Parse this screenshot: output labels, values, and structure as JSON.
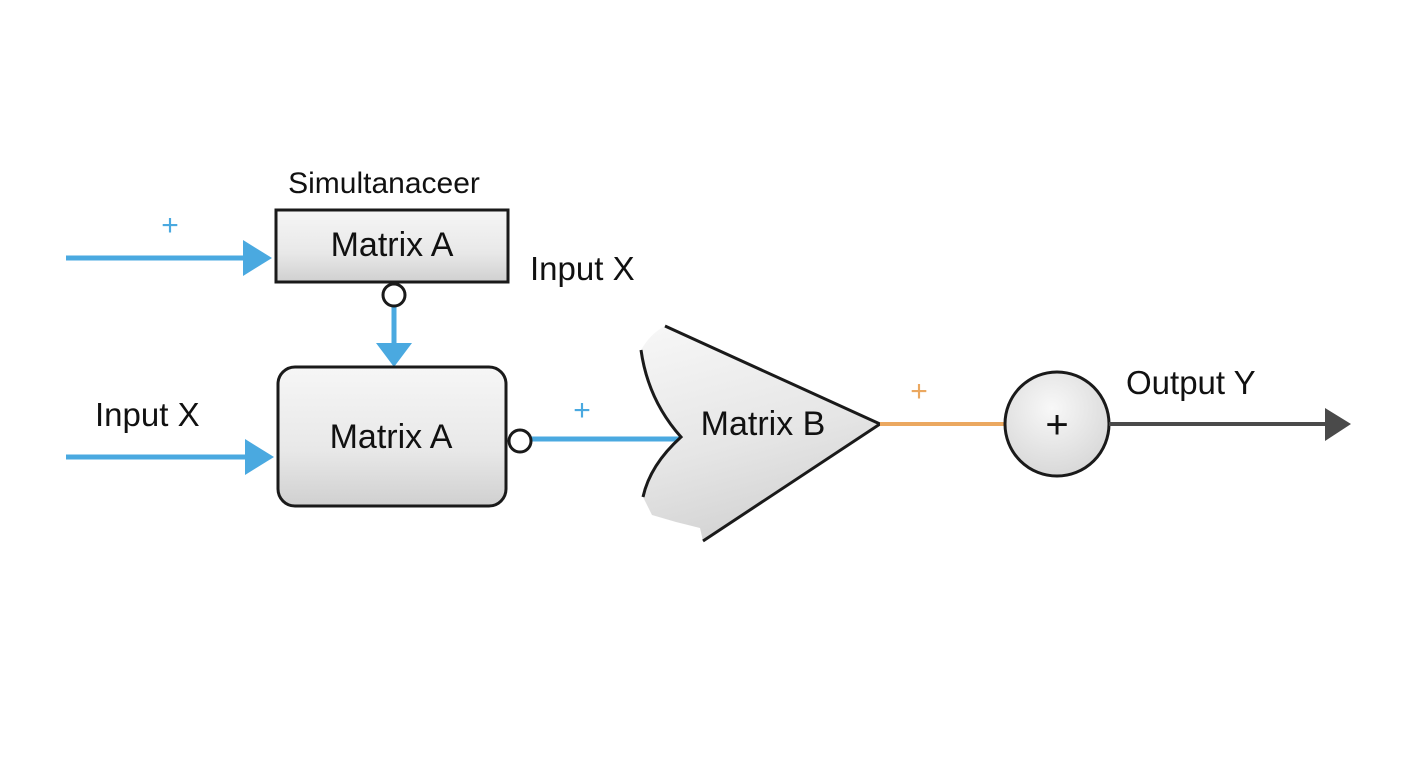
{
  "diagram": {
    "title_label": "Simultanaceer",
    "blocks": {
      "top": {
        "label": "Matrix A"
      },
      "middle": {
        "label": "Matrix A"
      },
      "amplifier": {
        "label": "Matrix B"
      },
      "summer": {
        "symbol": "+"
      }
    },
    "labels": {
      "input_x_top": "Input X",
      "input_x_left": "Input X",
      "output_y": "Output Y"
    },
    "signs": {
      "top_input": "+",
      "middle_output": "+",
      "amplifier_output": "+"
    },
    "colors": {
      "signal_blue": "#4aa9e0",
      "signal_orange": "#eba860",
      "output_gray": "#4a4a4a",
      "stroke": "#1a1a1a",
      "block_fill_top": "#f4f4f4",
      "block_fill_bottom": "#d6d6d6"
    }
  }
}
